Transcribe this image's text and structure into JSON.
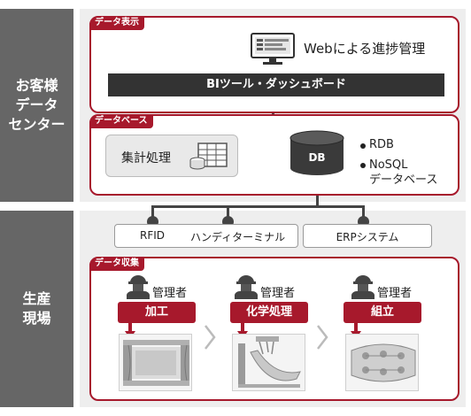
{
  "side": {
    "customer": "お客様\nデータ\nセンター",
    "factory": "生産\n現場"
  },
  "display": {
    "tag": "データ表示",
    "web_label": "Webによる進捗管理",
    "bi_bar": "BIツール・ダッシュボード"
  },
  "database": {
    "tag": "データベース",
    "aggregate_label": "集計処理",
    "db_label": "DB",
    "types": [
      "RDB",
      "NoSQL\nデータベース"
    ]
  },
  "sources": {
    "rfid": "RFID",
    "handy": "ハンディターミナル",
    "erp": "ERPシステム"
  },
  "collection": {
    "tag": "データ収集",
    "steps": [
      {
        "manager": "管理者",
        "process": "加工"
      },
      {
        "manager": "管理者",
        "process": "化学処理"
      },
      {
        "manager": "管理者",
        "process": "組立"
      }
    ]
  },
  "colors": {
    "accent": "#a7192c",
    "side": "#666666",
    "band": "#eeeeee",
    "bar": "#333333"
  }
}
